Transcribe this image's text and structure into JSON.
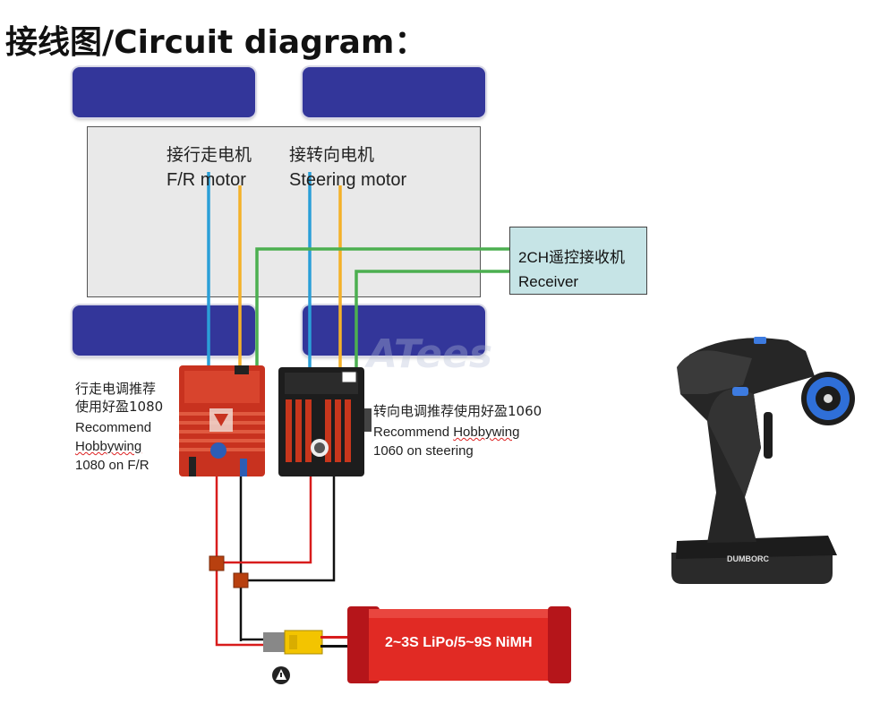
{
  "title": "接线图/Circuit diagram：",
  "chassis": {
    "fr_motor_cn": "接行走电机",
    "fr_motor_en": "F/R motor",
    "steer_motor_cn": "接转向电机",
    "steer_motor_en": "Steering motor"
  },
  "receiver": {
    "line1": "2CH遥控接收机",
    "line2": "Receiver"
  },
  "esc_left": {
    "cn1": "行走电调推荐",
    "cn2": "使用好盈1080",
    "en1": "Recommend",
    "en2": "Hobbywing",
    "en3": "1080 on F/R"
  },
  "esc_right": {
    "cn1": "转向电调推荐使用好盈1060",
    "en_recommend": "Recommend",
    "en_hobbywing": "Hobbywing",
    "en2": "1060 on steering"
  },
  "battery": {
    "label": "2~3S LiPo/5~9S NiMH"
  },
  "transmitter": {
    "brand": "DUMBORC"
  },
  "watermark": "ATees",
  "colors": {
    "wheel": "#33369a",
    "chassis": "#e9e9e9",
    "receiver": "#c6e4e6",
    "wire_blue": "#2a9fd8",
    "wire_orange": "#f4b129",
    "wire_green": "#4caf50",
    "wire_red": "#d81c1c",
    "wire_black": "#111111",
    "battery": "#d81f1f",
    "connector": "#f3c400"
  }
}
